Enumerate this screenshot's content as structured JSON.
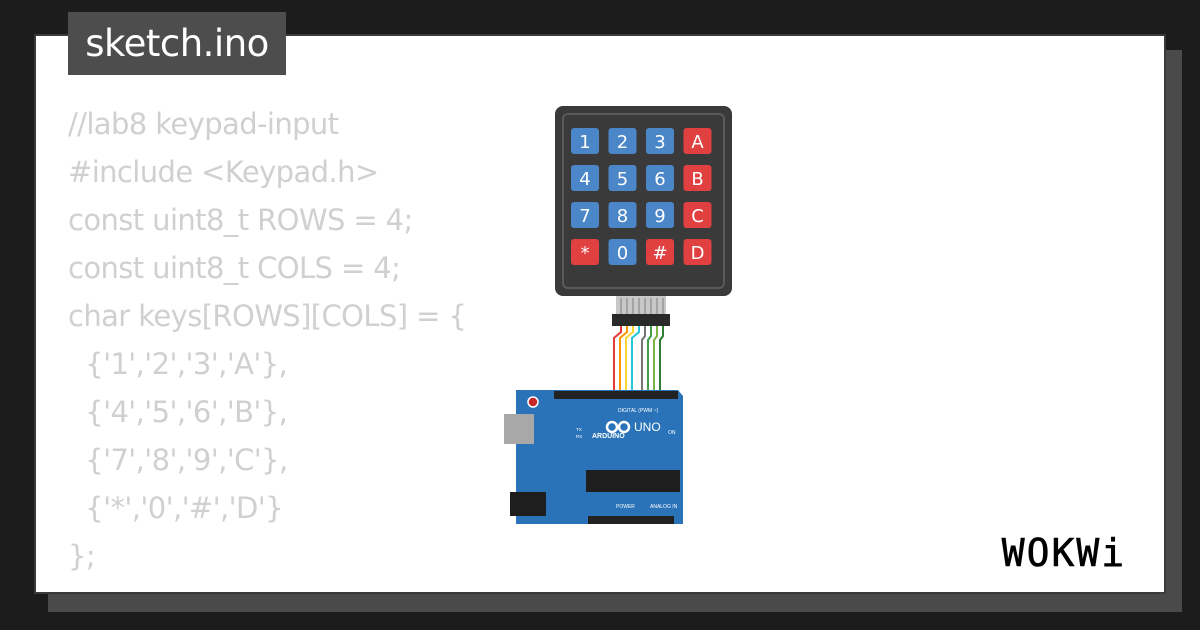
{
  "title": "sketch.ino",
  "code_lines": [
    "//lab8 keypad-input",
    "#include <Keypad.h>",
    "const uint8_t ROWS = 4;",
    "const uint8_t COLS = 4;",
    "char keys[ROWS][COLS] = {",
    "  {'1','2','3','A'},",
    "  {'4','5','6','B'},",
    "  {'7','8','9','C'},",
    "  {'*','0','#','D'}",
    "};"
  ],
  "keypad": {
    "keys": [
      [
        "1",
        "2",
        "3",
        "A"
      ],
      [
        "4",
        "5",
        "6",
        "B"
      ],
      [
        "7",
        "8",
        "9",
        "C"
      ],
      [
        "*",
        "0",
        "#",
        "D"
      ]
    ],
    "digit_color": "#4a86c8",
    "letter_color": "#e04040",
    "body_color": "#3a3a3a"
  },
  "board": {
    "name": "ARDUINO",
    "model": "UNO",
    "digital_label": "DIGITAL (PWM ~)",
    "analog_label": "ANALOG IN",
    "power_label": "POWER",
    "on_label": "ON",
    "tx_label": "TX",
    "rx_label": "RX",
    "color": "#2a73b8"
  },
  "wire_colors": [
    "#e53935",
    "#ff9800",
    "#fdd835",
    "#26c6da",
    "#757575",
    "#43a047",
    "#7cb342",
    "#2e7d32"
  ],
  "brand": "WOKWi"
}
